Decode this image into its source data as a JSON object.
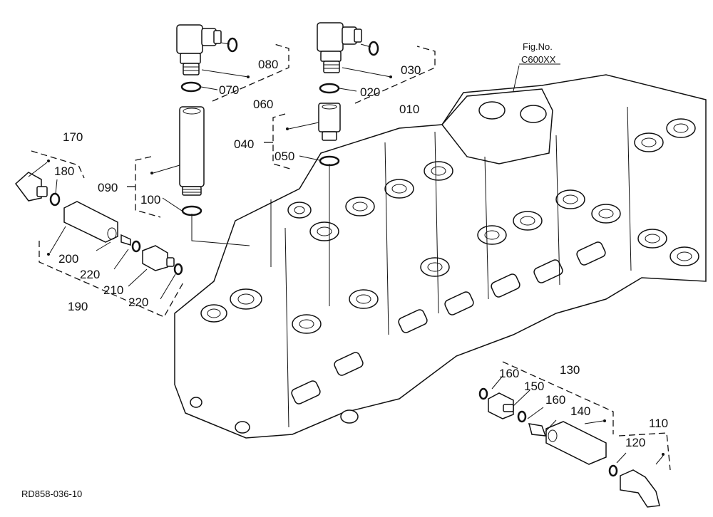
{
  "fig": {
    "prefix": "Fig.No.",
    "number": "C600XX"
  },
  "footer_code": "RD858-036-10",
  "labels": {
    "p010": "010",
    "p020": "020",
    "p030": "030",
    "p040": "040",
    "p050": "050",
    "p060": "060",
    "p070": "070",
    "p080": "080",
    "p090": "090",
    "p100": "100",
    "p110": "110",
    "p120": "120",
    "p130": "130",
    "p140": "140",
    "p150": "150",
    "p160a": "160",
    "p160b": "160",
    "p170": "170",
    "p180": "180",
    "p190": "190",
    "p200": "200",
    "p210": "210",
    "p220a": "220",
    "p220b": "220"
  }
}
